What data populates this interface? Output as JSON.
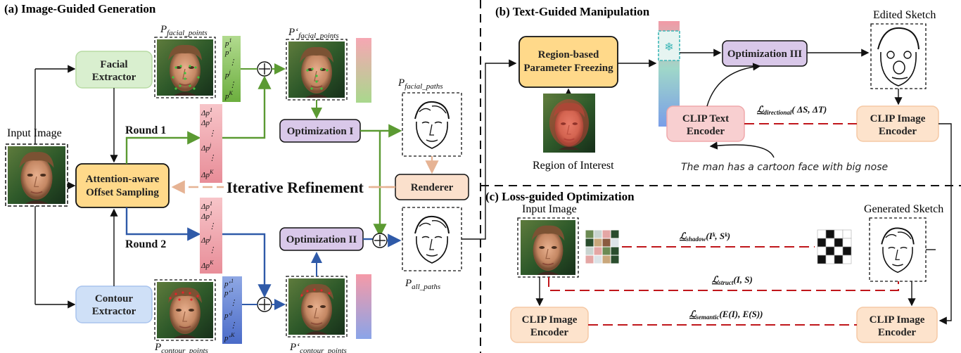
{
  "sections": {
    "a": "(a) Image-Guided Generation",
    "b": "(b) Text-Guided Manipulation",
    "c": "(c) Loss-guided Optimization"
  },
  "labels": {
    "input_image": "Input Image",
    "round1": "Round 1",
    "round2": "Round 2",
    "iterative": "Iterative Refinement",
    "region_of_interest": "Region of Interest",
    "edited_sketch": "Edited Sketch",
    "input_image_c": "Input Image",
    "generated_sketch": "Generated Sketch",
    "prompt": "The man has a cartoon face with big nose"
  },
  "boxes": {
    "facial_extractor": [
      "Facial",
      "Extractor"
    ],
    "contour_extractor": [
      "Contour",
      "Extractor"
    ],
    "attention_offset": [
      "Attention-aware",
      "Offset Sampling"
    ],
    "optimization1": "Optimization I",
    "optimization2": "Optimization II",
    "optimization3": "Optimization III",
    "renderer": "Renderer",
    "region_freezing": [
      "Region-based",
      "Parameter Freezing"
    ],
    "clip_text": [
      "CLIP Text",
      "Encoder"
    ],
    "clip_image_b": [
      "CLIP Image",
      "Encoder"
    ],
    "clip_image_c1": [
      "CLIP Image",
      "Encoder"
    ],
    "clip_image_c2": [
      "CLIP Image",
      "Encoder"
    ]
  },
  "math": {
    "p_facial_points": "P",
    "p_facial_points_sub": "facial_points",
    "p_facial_points_prime": "P‘",
    "p_facial_points_prime_sub": "facial_points",
    "p_facial_paths": "P",
    "p_facial_paths_sub": "facial_paths",
    "p_all_paths": "P",
    "p_all_paths_sub": "all_paths",
    "p_contour_points": "P",
    "p_contour_points_sub": "contour_points",
    "p_contour_points_prime": "P‘",
    "p_contour_points_prime_sub": "contour_points",
    "vec_p": [
      "p",
      "p",
      "⋮",
      "p",
      "⋮",
      "p"
    ],
    "vec_p_sup": [
      "1",
      "1",
      "",
      "j",
      "",
      "K"
    ],
    "vec_p_sub": [
      "1",
      "2",
      "",
      "i",
      "",
      "N"
    ],
    "vec_dp": [
      "Δp",
      "Δp",
      "⋮",
      "Δp",
      "⋮",
      "Δp"
    ],
    "vec_pp": [
      "p‘",
      "p‘",
      "⋮",
      "p‘",
      "⋮",
      "p‘"
    ],
    "loss_directional": "ℒ",
    "loss_directional_sub": "directional",
    "loss_directional_args": "( ΔS, ΔT)",
    "loss_shadow": "ℒ",
    "loss_shadow_sub": "shadow",
    "loss_shadow_args": "(Iᵏ, Sᵏ)",
    "loss_struct": "ℒ",
    "loss_struct_sub": "struct",
    "loss_struct_args": "(I, S)",
    "loss_semantic": "ℒ",
    "loss_semantic_sub": "semantic",
    "loss_semantic_args": "(E(I), E(S))"
  },
  "colors": {
    "facial_green": "#d9efcf",
    "contour_blue": "#cfe0f7",
    "attention_orange": "#ffd98a",
    "optim_purple": "#d9c8e9",
    "renderer_peach": "#fbe0cc",
    "clip_pink": "#f8cfd0",
    "clip_peach": "#fde3cc",
    "arrow_green": "#5b9a32",
    "arrow_blue": "#2f5aa8",
    "arrow_peach": "#e6b394",
    "dash_red": "#c0161b"
  }
}
